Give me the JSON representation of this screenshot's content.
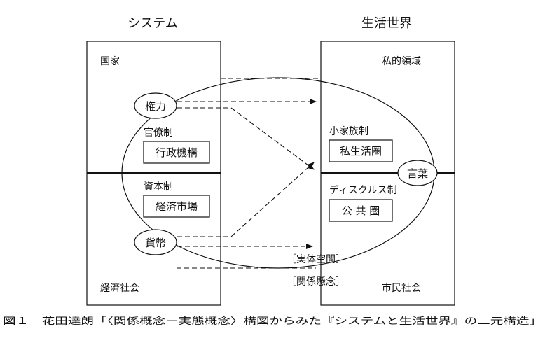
{
  "headings": {
    "system": "システム",
    "lifeworld": "生活世界"
  },
  "system": {
    "state": "国家",
    "power": "権力",
    "bureaucracy": "官僚制",
    "administration": "行政機構",
    "capitalism": "資本制",
    "economic_market": "経済市場",
    "money": "貨幣",
    "economic_society": "経済社会"
  },
  "lifeworld": {
    "private_domain": "私的領域",
    "nuclear_family": "小家族制",
    "private_sphere": "私生活圏",
    "language": "言葉",
    "discourse": "ディスクルス制",
    "public_sphere": "公 共 圏",
    "civil_society": "市民社会"
  },
  "legend": {
    "real_space": "［実体空間］",
    "relational_concept": "［関係懸念］"
  },
  "caption": "図１　花田達朗「〈関係概念－実態概念〉構図からみた『システムと生活世界』の二元構造」"
}
